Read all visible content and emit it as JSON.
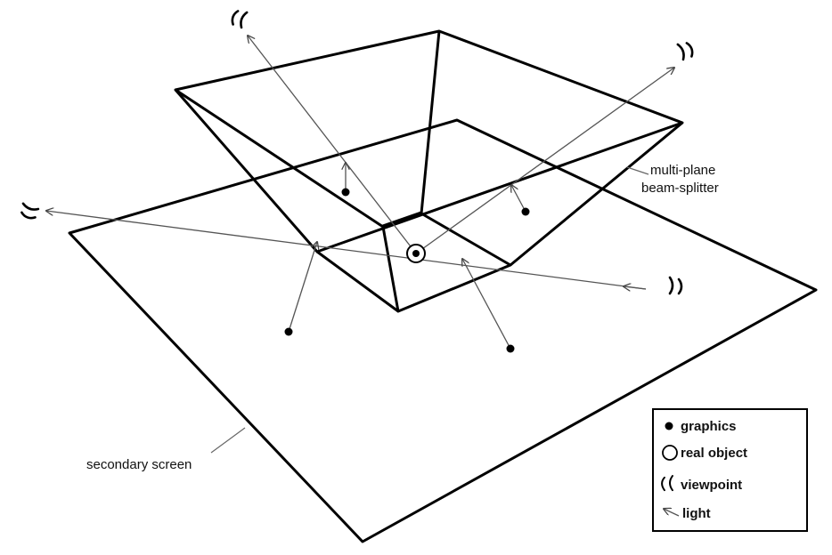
{
  "labels": {
    "beam_splitter_line1": "multi-plane",
    "beam_splitter_line2": "beam-splitter",
    "secondary_screen": "secondary screen"
  },
  "legend": {
    "graphics": "graphics",
    "real_object": "real object",
    "viewpoint": "viewpoint",
    "light": "light"
  }
}
